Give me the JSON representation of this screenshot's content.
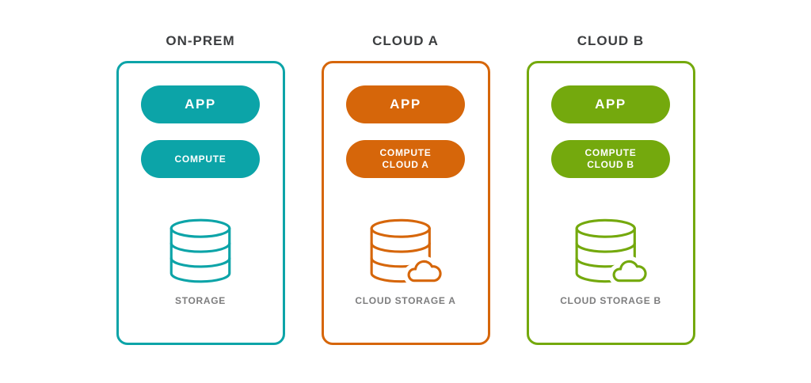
{
  "colors": {
    "background": "#FFFFFF",
    "title_text": "#3C3E40",
    "label_text": "#7D7D7E",
    "pill_text": "#FFFFFF",
    "teal_accent": "#0CA4A8",
    "orange_accent": "#D6660A",
    "green_accent": "#74A90D"
  },
  "columns": [
    {
      "id": "on-prem",
      "title": "ON-PREM",
      "accent": "#0CA4A8",
      "app_label": "APP",
      "compute_line1": "COMPUTE",
      "compute_line2": "",
      "storage_label": "STORAGE",
      "storage_icon": "database-icon"
    },
    {
      "id": "cloud-a",
      "title": "CLOUD A",
      "accent": "#D6660A",
      "app_label": "APP",
      "compute_line1": "COMPUTE",
      "compute_line2": "CLOUD A",
      "storage_label": "CLOUD STORAGE A",
      "storage_icon": "cloud-database-icon"
    },
    {
      "id": "cloud-b",
      "title": "CLOUD B",
      "accent": "#74A90D",
      "app_label": "APP",
      "compute_line1": "COMPUTE",
      "compute_line2": "CLOUD B",
      "storage_label": "CLOUD STORAGE B",
      "storage_icon": "cloud-database-icon"
    }
  ]
}
